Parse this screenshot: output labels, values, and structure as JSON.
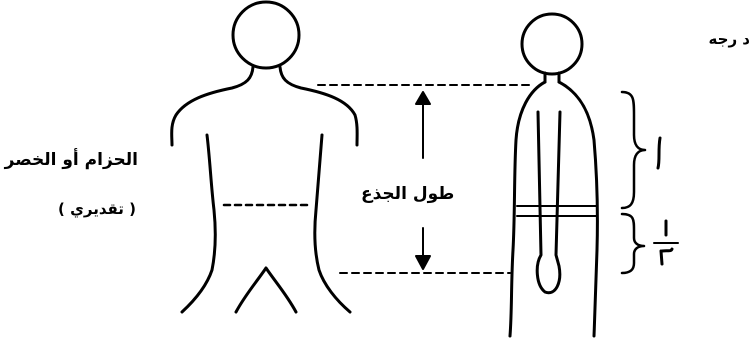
{
  "labels": {
    "belt_or_waist": "الحزام أو الخصر",
    "approximate": "( تقديري )",
    "trunk_length": "طول الجذع",
    "corner_text": "د رجه"
  },
  "ratios": {
    "upper": "1",
    "lower_numerator": "1",
    "lower_denominator": "2"
  },
  "colors": {
    "ink": "#000000",
    "background": "#ffffff"
  }
}
